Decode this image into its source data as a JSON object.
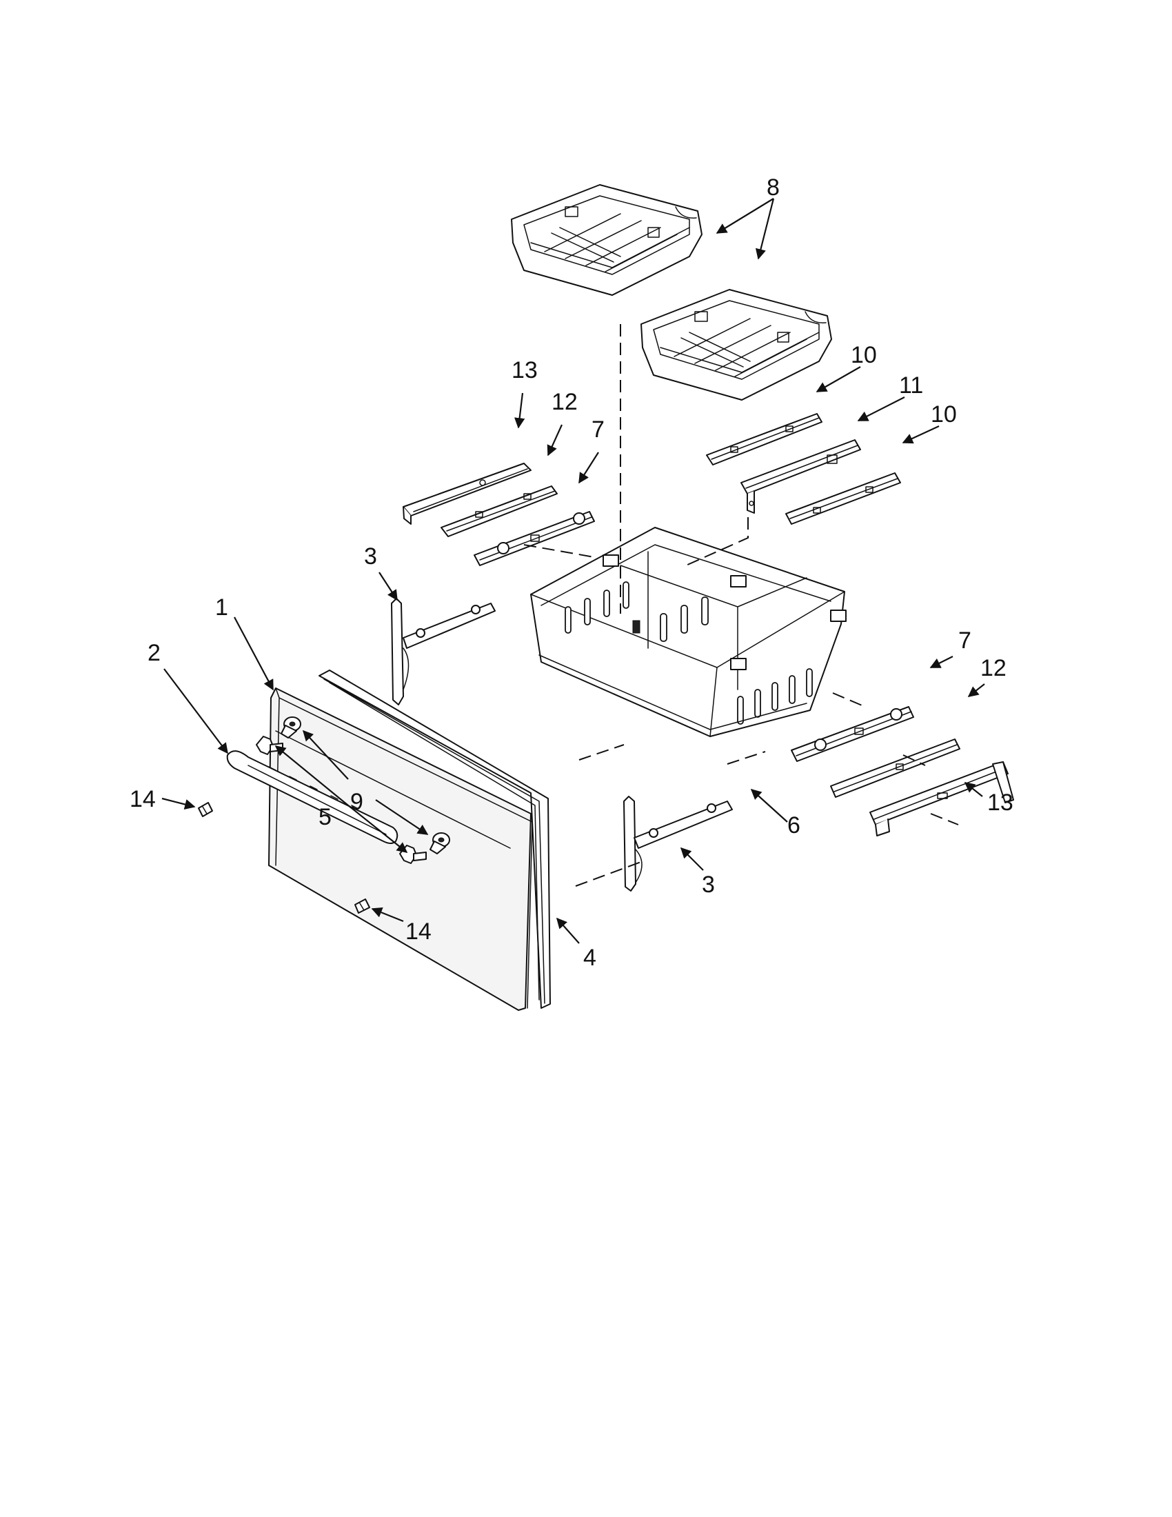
{
  "callouts": {
    "c1": "1",
    "c2": "2",
    "c3a": "3",
    "c3b": "3",
    "c4": "4",
    "c5": "5",
    "c6": "6",
    "c7a": "7",
    "c7b": "7",
    "c8": "8",
    "c9": "9",
    "c10a": "10",
    "c10b": "10",
    "c11": "11",
    "c12a": "12",
    "c12b": "12",
    "c13a": "13",
    "c13b": "13",
    "c14a": "14",
    "c14b": "14"
  },
  "colors": {
    "line": "#111111",
    "background": "#ffffff"
  }
}
